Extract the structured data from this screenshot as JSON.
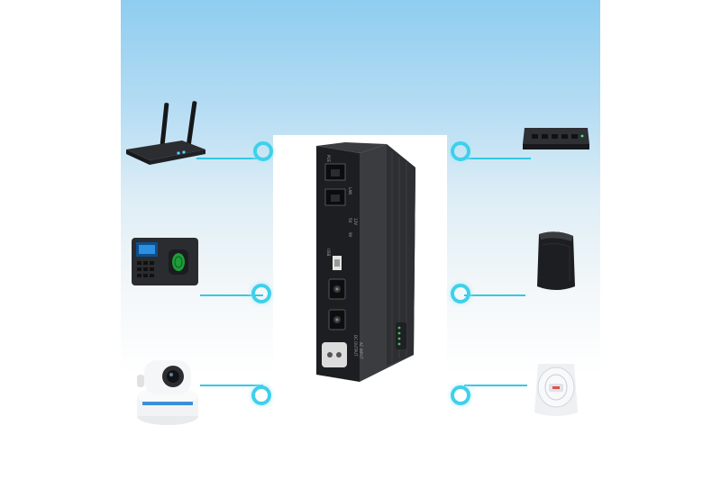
{
  "scene": {
    "subject": "dc-ups-power-bank",
    "connected_devices": [
      "wifi-router",
      "network-switch",
      "fingerprint-terminal",
      "optical-modem",
      "ip-camera",
      "smoke-detector"
    ]
  },
  "ups": {
    "port_labels": [
      "POE",
      "LAN",
      "5V",
      "12V",
      "9V",
      "USB",
      "DC OUTPUT",
      "AC INPUT"
    ]
  },
  "colors": {
    "sky_top": "#8fcdf0",
    "connector": "#35c7e4",
    "ups_body": "#2b2d31",
    "ups_face": "#1c1e21",
    "led_green": "#3fbf5a"
  }
}
